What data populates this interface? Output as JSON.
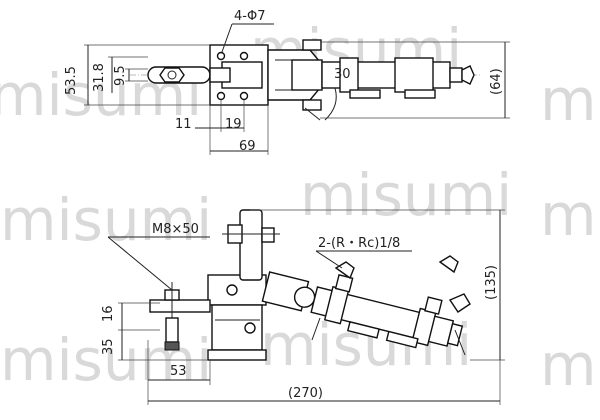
{
  "watermark": "misumi",
  "top_view": {
    "hole_label": "4-Φ7",
    "dim_left": [
      "53.5",
      "31.8",
      "9.5"
    ],
    "dim_bottom_a": "11",
    "dim_bottom_b": "19",
    "dim_width": "69",
    "dim_right": "(64)",
    "cyl_label": "30"
  },
  "side_view": {
    "bolt_label": "M8×50",
    "port_label": "2-(R・Rc)1/8",
    "dim_left_a": "35",
    "dim_left_b": "16",
    "dim_bottom": "53",
    "dim_overall": "(270)",
    "dim_right": "(135)"
  }
}
